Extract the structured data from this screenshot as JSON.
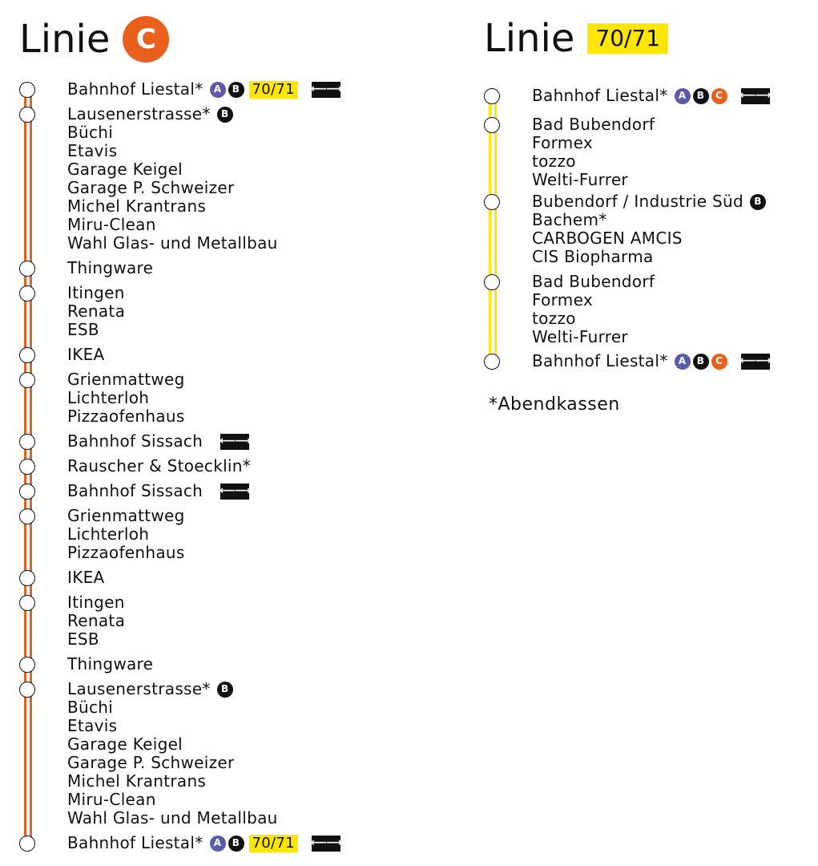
{
  "linie_c": {
    "title": "Linie",
    "badge": "C",
    "color": "#e8601c",
    "stops": [
      {
        "names": [
          "Bahnhof Liestal*"
        ],
        "badges": [
          "A",
          "B"
        ],
        "tag": "70/71",
        "train": true
      },
      {
        "names": [
          "Lausenerstrasse*",
          "Büchi",
          "Etavis",
          "Garage Keigel",
          "Garage P. Schweizer",
          "Michel Krantrans",
          "Miru-Clean",
          "Wahl Glas- und Metallbau"
        ],
        "badges": [
          "B"
        ]
      },
      {
        "names": [
          "Thingware"
        ]
      },
      {
        "names": [
          "Itingen",
          "Renata",
          "ESB"
        ]
      },
      {
        "names": [
          "IKEA"
        ]
      },
      {
        "names": [
          "Grienmattweg",
          "Lichterloh",
          "Pizzaofenhaus"
        ]
      },
      {
        "names": [
          "Bahnhof Sissach"
        ],
        "train": true
      },
      {
        "names": [
          "Rauscher & Stoecklin*"
        ]
      },
      {
        "names": [
          "Bahnhof Sissach"
        ],
        "train": true
      },
      {
        "names": [
          "Grienmattweg",
          "Lichterloh",
          "Pizzaofenhaus"
        ]
      },
      {
        "names": [
          "IKEA"
        ]
      },
      {
        "names": [
          "Itingen",
          "Renata",
          "ESB"
        ]
      },
      {
        "names": [
          "Thingware"
        ]
      },
      {
        "names": [
          "Lausenerstrasse*",
          "Büchi",
          "Etavis",
          "Garage Keigel",
          "Garage P. Schweizer",
          "Michel Krantrans",
          "Miru-Clean",
          "Wahl Glas- und Metallbau"
        ],
        "badges": [
          "B"
        ]
      },
      {
        "names": [
          "Bahnhof Liestal*"
        ],
        "badges": [
          "A",
          "B"
        ],
        "tag": "70/71",
        "train": true
      }
    ]
  },
  "linie_70": {
    "title": "Linie",
    "badge": "70/71",
    "color": "#ffe600",
    "stops": [
      {
        "names": [
          "Bahnhof Liestal*"
        ],
        "badges": [
          "A",
          "B",
          "C"
        ],
        "train": true
      },
      {
        "names": [
          "Bad Bubendorf",
          "Formex",
          "tozzo",
          "Welti-Furrer"
        ]
      },
      {
        "names": [
          "Bubendorf / Industrie Süd",
          "Bachem*",
          "CARBOGEN AMCIS",
          "CIS Biopharma"
        ],
        "badges": [
          "B"
        ]
      },
      {
        "names": [
          "Bad Bubendorf",
          "Formex",
          "tozzo",
          "Welti-Furrer"
        ]
      },
      {
        "names": [
          "Bahnhof Liestal*"
        ],
        "badges": [
          "A",
          "B",
          "C"
        ],
        "train": true
      }
    ]
  },
  "footnote": "*Abendkassen",
  "train_icon": "sbb-train-icon"
}
